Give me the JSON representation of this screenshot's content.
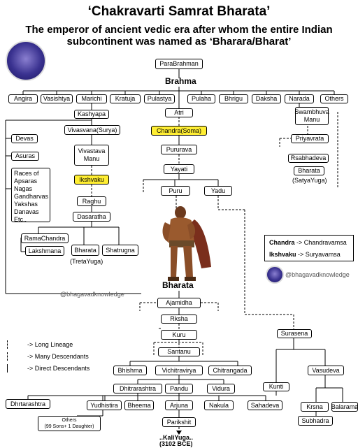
{
  "title": "‘Chakravarti Samrat Bharata’",
  "subtitle_line1": "The emperor of ancient vedic era after whom the entire Indian",
  "subtitle_line2": "subcontinent was named as ‘Bharara/Bharat’",
  "watermark": "@bhagavadknowledge",
  "nodes": {
    "parabrahman": "ParaBrahman",
    "brahma": "Brahma",
    "angira": "Angira",
    "vasishtya": "Vasishtya",
    "marichi": "Marichi",
    "kratuja": "Kratuja",
    "pulastya": "Pulastya",
    "pulaha": "Pulaha",
    "bhrigu": "Bhrigu",
    "daksha": "Daksha",
    "narada": "Narada",
    "others_top": "Others",
    "kashyapa": "Kashyapa",
    "atri": "Atri",
    "swambhuva": "Swambhuva\nManu",
    "devas": "Devas",
    "asuras": "Asuras",
    "races": "Races of\nApsaras\nNagas\nGandharvas\nYakshas\nDanavas\nEtc..",
    "vivasvana": "Vivasvana(Surya)",
    "chandra": "Chandra(Soma)",
    "priyavrata": "Priyavrata",
    "pururava": "Pururava",
    "rsabhadeva": "Rsabhadeva",
    "vivastava": "Vivastava\nManu",
    "yayati": "Yayati",
    "bharata_top": "Bharata",
    "satyayuga": "(SatyaYuga)",
    "ikshvaku": "Ikshvaku",
    "puru": "Puru",
    "yadu": "Yadu",
    "raghu": "Raghu",
    "dasaratha": "Dasaratha",
    "ramachandra": "RamaChandra",
    "lakshmana": "Lakshmana",
    "bharata_r": "Bharata",
    "shatrugna": "Shatrugna",
    "tretayuga": "(TretaYuga)",
    "bharata_main": "Bharata",
    "ajamidha": "Ajamidha",
    "rksha": "Rksha",
    "kuru": "Kuru",
    "santanu": "Santanu",
    "surasena": "Surasena",
    "bhishma": "Bhishma",
    "vichitravirya": "Vichitravirya",
    "chitrangada": "Chitrangada",
    "vasudeva": "Vasudeva",
    "dhritarashtra": "Dhitrarashtra",
    "pandu": "Pandu",
    "vidura": "Vidura",
    "kunti": "Kunti",
    "dhrtarashtra": "Dhrtarashtra",
    "yudhistira": "Yudhistira",
    "bheema": "Bheema",
    "arjuna": "Arjuna",
    "nakula": "Nakula",
    "sahadeva": "Sahadeva",
    "krsna": "Krsna",
    "balarama": "Balarama",
    "subhadra": "Subhadra",
    "parikshit": "Parikshit",
    "others_bottom": "Others\n(99 Sons+ 1 Daughter)",
    "kaliyuga": "..KaliYuga..",
    "kaliyuga_date": "(3102 BCE)"
  },
  "key": {
    "chandra_name": "Chandra",
    "chandra_value": " -> Chandravamsa",
    "ikshvaku_name": "Ikshvaku",
    "ikshvaku_value": " -> Suryavamsa"
  },
  "legend": {
    "long_lineage": "-> Long Lineage",
    "many_descendants": "-> Many Descendants",
    "direct_descendants": "-> Direct Descendants"
  },
  "colors": {
    "highlight": "#ffee33",
    "logo": "#3a3290",
    "figure_skin": "#9a5a2e",
    "figure_cape": "#7a2e1c"
  }
}
